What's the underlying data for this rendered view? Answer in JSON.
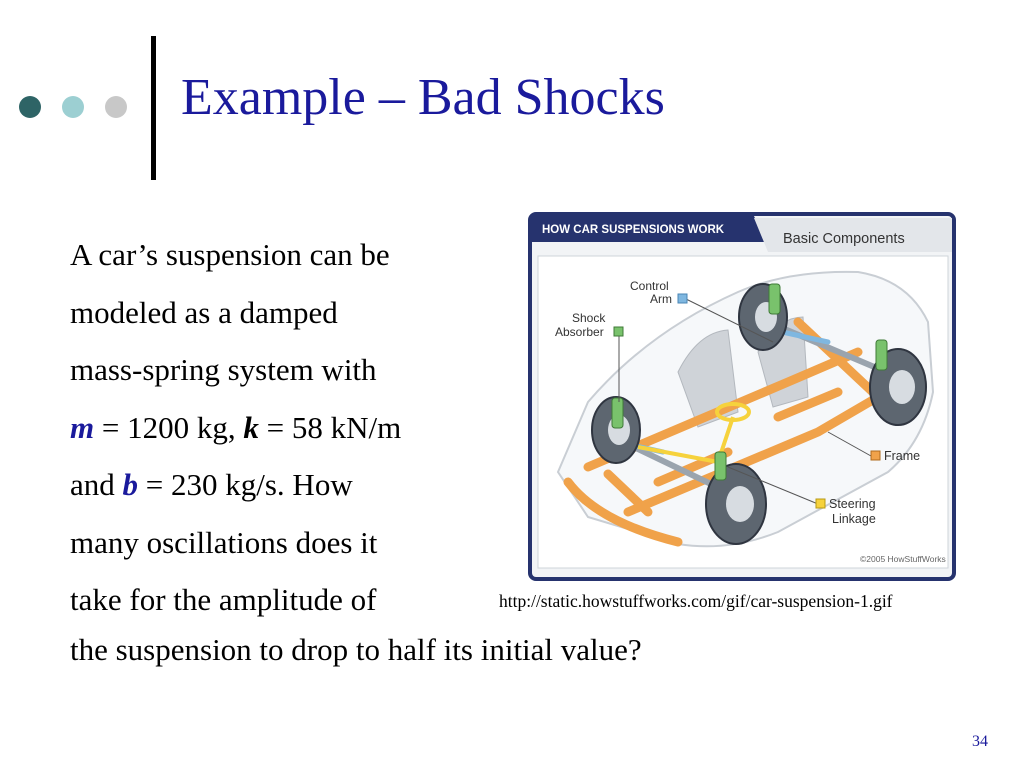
{
  "slide": {
    "title": "Example – Bad Shocks",
    "body": {
      "line1": "A car’s suspension can be",
      "line2": "modeled as a damped",
      "line3": "mass-spring system with",
      "m_symbol": "m",
      "m_value": " = 1200 kg, ",
      "k_symbol": "k",
      "k_value": " = 58 kN/m",
      "and_word": "and ",
      "b_symbol": "b",
      "b_value": " = 230 kg/s. How",
      "line6": "many oscillations does it",
      "line7": "take for the amplitude of",
      "line8": "the suspension to drop to half its initial value?"
    },
    "figure": {
      "header": "HOW CAR SUSPENSIONS WORK",
      "tab": "Basic Components",
      "labels": {
        "control_arm_1": "Control",
        "control_arm_2": "Arm",
        "shock_1": "Shock",
        "shock_2": "Absorber",
        "frame": "Frame",
        "steering_1": "Steering",
        "steering_2": "Linkage"
      },
      "copyright": "©2005 HowStuffWorks",
      "colors": {
        "navy": "#26336e",
        "frame_orange": "#f0a24a",
        "shock_green": "#79c26c",
        "arm_blue": "#7fb7e0",
        "steering_yellow": "#f6d23c"
      }
    },
    "caption": "http://static.howstuffworks.com/gif/car-suspension-1.gif",
    "page_number": "34"
  }
}
